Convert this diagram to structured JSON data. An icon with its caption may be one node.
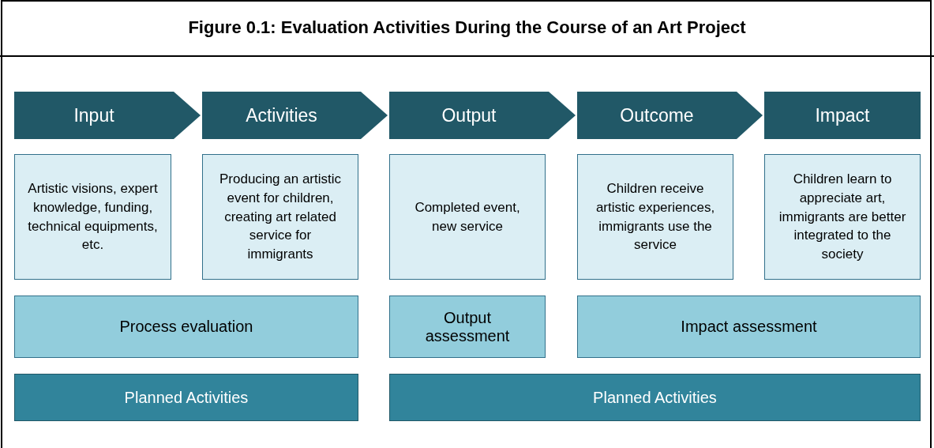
{
  "diagram": {
    "title": "Figure 0.1: Evaluation Activities During the Course of an Art Project",
    "nodes": [
      {
        "text": [
          "Input"
        ]
      },
      {
        "text": [
          "Activities"
        ]
      },
      {
        "text": [
          "Output"
        ]
      },
      {
        "text": [
          "Outcome"
        ]
      },
      {
        "text": [
          "Impact"
        ]
      },
      {
        "text": [
          "Artistic visions, expert knowledge, funding, technical equipments, etc."
        ]
      },
      {
        "text": [
          "Producing an artistic event for children, creating art related service for immigrants"
        ]
      },
      {
        "text": [
          "Completed event, new service"
        ]
      },
      {
        "text": [
          "Children receive artistic experiences, immigrants use the service"
        ]
      },
      {
        "text": [
          "Children learn to appreciate art, immigrants are better integrated to the society"
        ]
      },
      {
        "text": [
          "Process evaluation"
        ]
      },
      {
        "text": [
          "Output assessment"
        ]
      },
      {
        "text": [
          "Impact assessment"
        ]
      },
      {
        "text": [
          "Planned Activities"
        ]
      },
      {
        "text": [
          "Planned Activities"
        ]
      }
    ],
    "edges": [
      {
        "from": 0,
        "to": 1,
        "arrow": "to"
      },
      {
        "from": 1,
        "to": 2,
        "arrow": "to"
      },
      {
        "from": 2,
        "to": 3,
        "arrow": "to"
      },
      {
        "from": 3,
        "to": 4,
        "arrow": "to"
      }
    ]
  }
}
